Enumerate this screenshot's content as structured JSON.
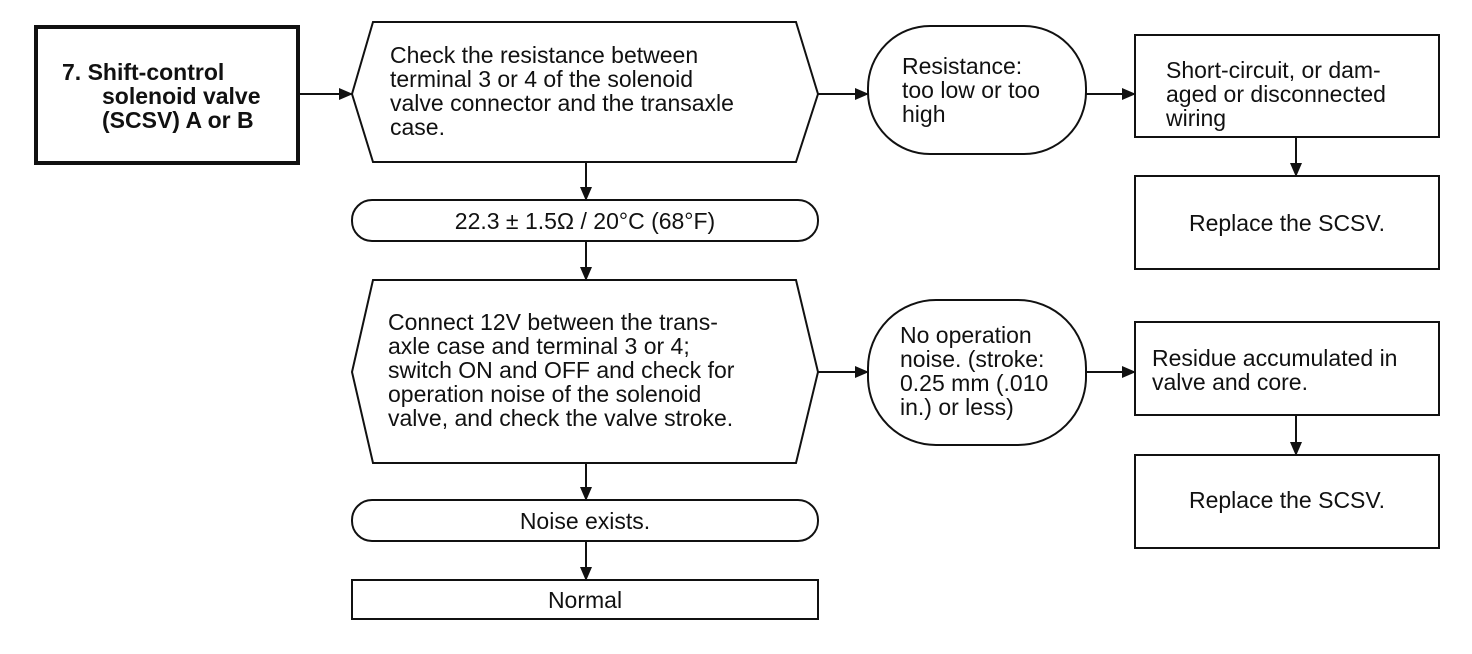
{
  "start": {
    "lines": [
      "7.  Shift-control",
      "solenoid valve",
      "(SCSV) A or B"
    ]
  },
  "check_resistance": {
    "lines": [
      "Check the resistance between",
      "terminal 3 or 4 of the solenoid",
      "valve connector and the transaxle",
      "case."
    ]
  },
  "resistance_spec": {
    "text": "22.3 ± 1.5Ω / 20°C (68°F)"
  },
  "resistance_fault": {
    "lines": [
      "Resistance:",
      "too low or too",
      "high"
    ]
  },
  "short_circuit": {
    "lines": [
      "Short-circuit, or dam-",
      "aged or disconnected",
      "wiring"
    ]
  },
  "replace_scsv_1": {
    "text": "Replace the SCSV."
  },
  "connect_12v": {
    "lines": [
      "Connect 12V between the trans-",
      "axle case and terminal 3 or 4;",
      "switch ON and OFF and check for",
      "operation noise of the solenoid",
      "valve, and check the valve stroke."
    ]
  },
  "no_operation": {
    "lines": [
      "No operation",
      "noise. (stroke:",
      "0.25 mm (.010",
      "in.) or less)"
    ]
  },
  "residue": {
    "lines": [
      "Residue accumulated in",
      "valve and core."
    ]
  },
  "replace_scsv_2": {
    "text": "Replace the SCSV."
  },
  "noise_exists": {
    "text": "Noise exists."
  },
  "normal": {
    "text": "Normal"
  }
}
